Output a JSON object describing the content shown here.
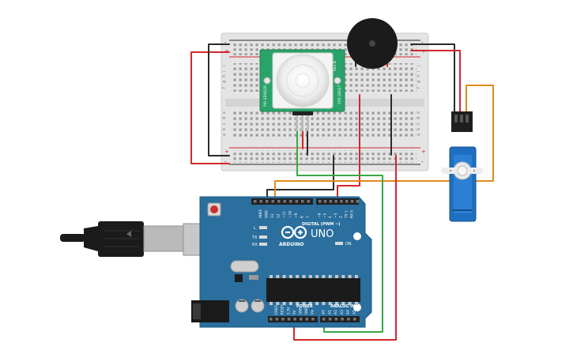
{
  "breadboard": {
    "rail_plus": "+",
    "rail_minus": "-",
    "row_letters_top": [
      "j",
      "i",
      "h",
      "g",
      "f"
    ],
    "row_letters_bottom": [
      "e",
      "d",
      "c",
      "b",
      "a"
    ]
  },
  "pir_sensor": {
    "label_left": "PIR SENSOR",
    "label_right": "555-28027",
    "label_rev": "Rev B"
  },
  "arduino": {
    "brand": "ARDUINO",
    "model": "UNO",
    "digital_label": "DIGITAL (PWM ~)",
    "power_label": "POWER",
    "analog_label": "ANALOG IN",
    "led_l": "L",
    "led_tx": "TX",
    "led_rx": "RX",
    "led_on": "ON",
    "top_pins": [
      "AREF",
      "GND",
      "13",
      "12",
      "~11",
      "~10",
      "~9",
      "8",
      "7",
      "~6",
      "~5",
      "4",
      "~3",
      "2",
      "TX 1",
      "RX 0"
    ],
    "power_pins": [
      "IOREF",
      "RESET",
      "3.3V",
      "5V",
      "GND",
      "GND",
      "Vin"
    ],
    "analog_pins": [
      "A0",
      "A1",
      "A2",
      "A3",
      "A4",
      "A5"
    ]
  },
  "colors": {
    "red_wire": "#d2282c",
    "black_wire": "#2b2b2b",
    "green_wire": "#3aa845",
    "orange_wire": "#e08a1e",
    "board_blue": "#2a6f9e",
    "pir_green": "#2aa36a",
    "servo_blue": "#1f6fc0"
  }
}
